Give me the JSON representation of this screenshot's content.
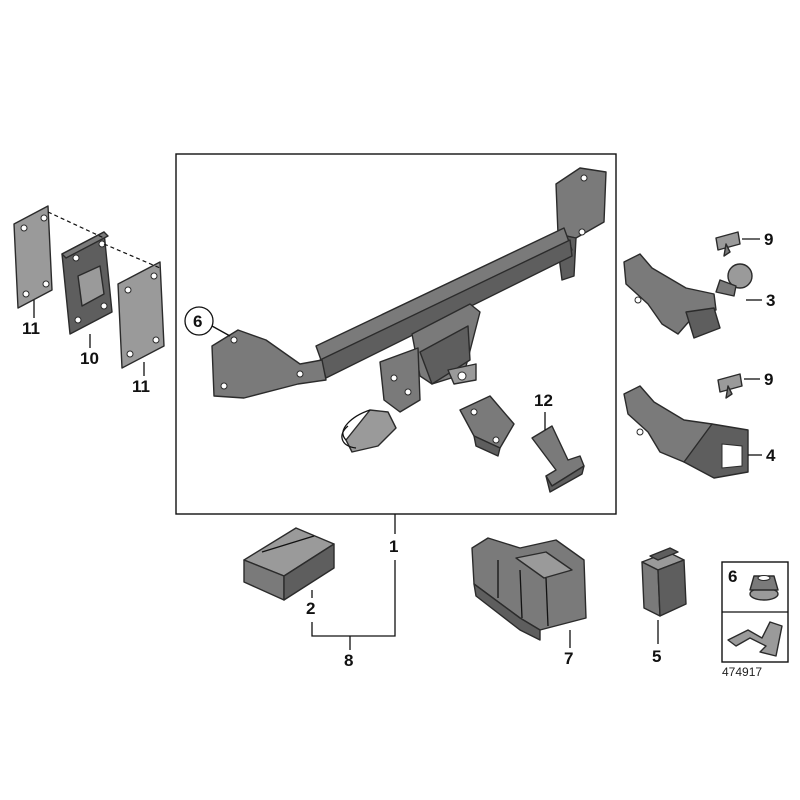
{
  "callouts": {
    "c1": "1",
    "c2": "2",
    "c3": "3",
    "c4": "4",
    "c5": "5",
    "c6_main": "6",
    "c6_inset": "6",
    "c7": "7",
    "c8": "8",
    "c9_top": "9",
    "c9_bottom": "9",
    "c10": "10",
    "c11_left": "11",
    "c11_right": "11",
    "c12": "12"
  },
  "diagram_number": "474917"
}
